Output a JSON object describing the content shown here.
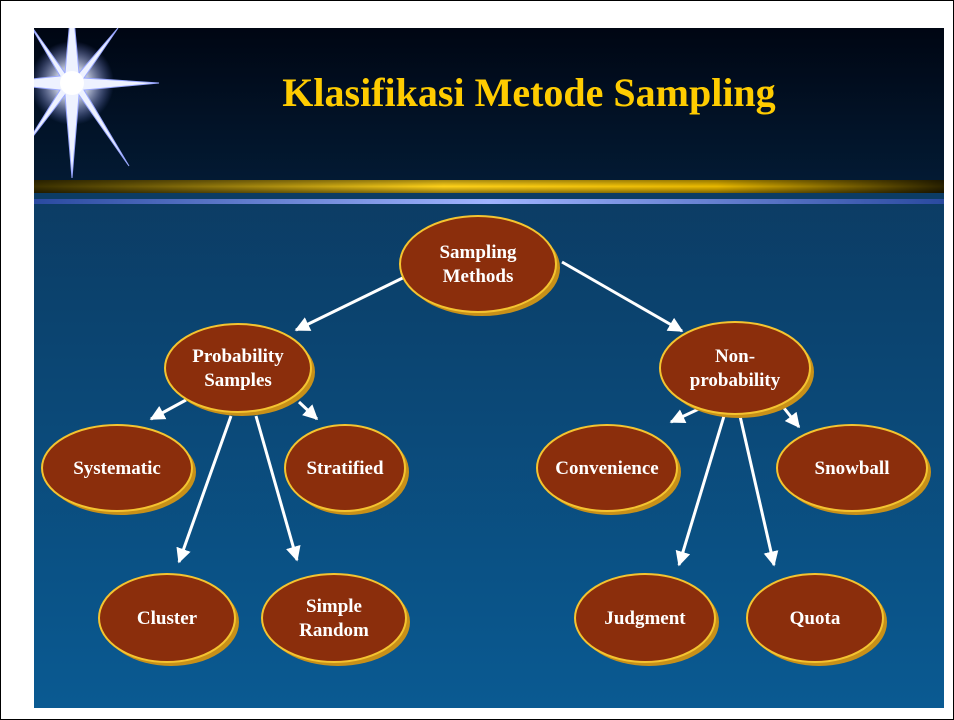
{
  "slide": {
    "title": "Klasifikasi Metode Sampling"
  },
  "nodes": {
    "root": [
      "Sampling",
      "Methods"
    ],
    "probability": [
      "Probability",
      "Samples"
    ],
    "nonprobability": [
      "Non-",
      "probability"
    ],
    "systematic": [
      "Systematic"
    ],
    "stratified": [
      "Stratified"
    ],
    "cluster": [
      "Cluster"
    ],
    "simple_random": [
      "Simple",
      "Random"
    ],
    "convenience": [
      "Convenience"
    ],
    "snowball": [
      "Snowball"
    ],
    "judgment": [
      "Judgment"
    ],
    "quota": [
      "Quota"
    ]
  },
  "colors": {
    "header_bg": "#020c1c",
    "body_top": "#0d3860",
    "body_bottom": "#0a5890",
    "node_fill": "#8b2e0c",
    "node_border": "#f4c430",
    "node_shadow": "#c89018",
    "arrow": "#ffffff",
    "title": "#ffcc00"
  }
}
